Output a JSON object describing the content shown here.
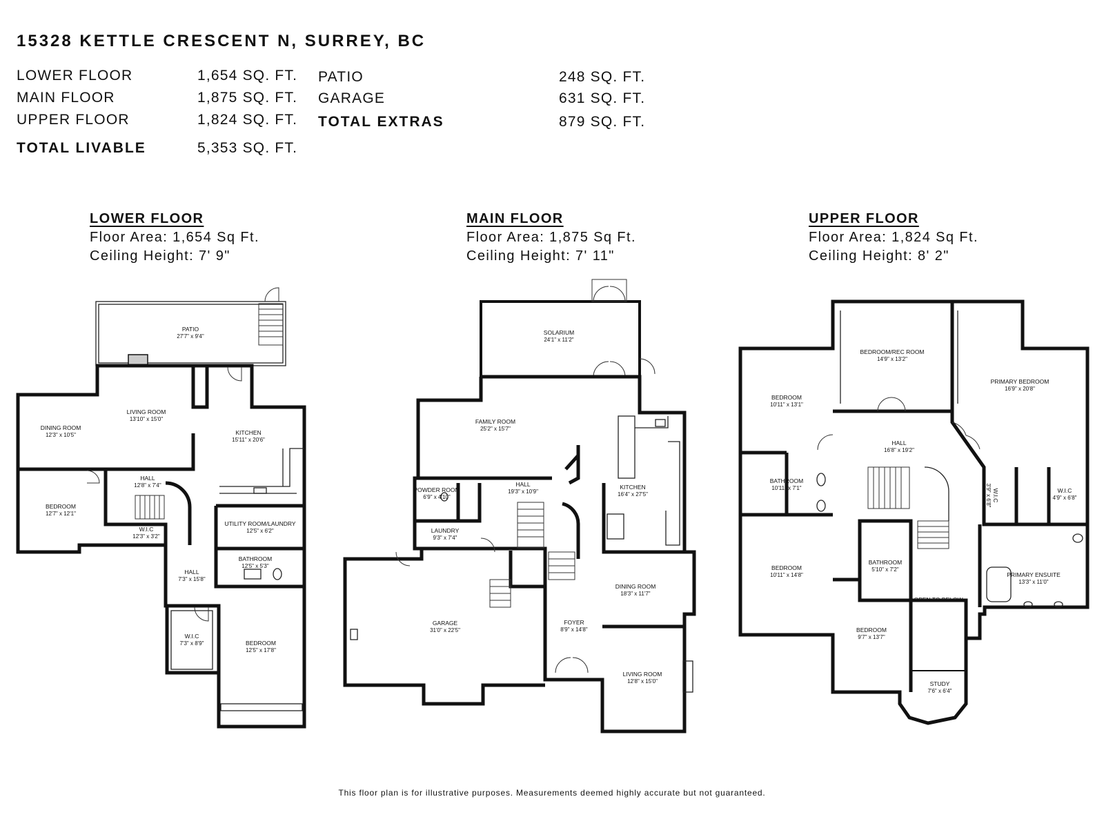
{
  "address": "15328 KETTLE CRESCENT N, SURREY, BC",
  "summary": {
    "left": [
      {
        "label": "LOWER FLOOR",
        "value": "1,654 SQ. FT."
      },
      {
        "label": "MAIN FLOOR",
        "value": "1,875 SQ. FT."
      },
      {
        "label": "UPPER FLOOR",
        "value": "1,824 SQ. FT."
      },
      {
        "label": "TOTAL LIVABLE",
        "value": "5,353 SQ. FT."
      }
    ],
    "right": [
      {
        "label": "PATIO",
        "value": "248 SQ. FT."
      },
      {
        "label": "GARAGE",
        "value": "631 SQ. FT."
      },
      {
        "label": "TOTAL EXTRAS",
        "value": "879 SQ. FT."
      }
    ]
  },
  "floors": [
    {
      "title": "LOWER FLOOR",
      "area": "Floor Area: 1,654 Sq Ft.",
      "ceiling": "Ceiling Height: 7' 9\"",
      "rooms": [
        {
          "name": "PATIO",
          "dim": "27'7\" x 9'4\""
        },
        {
          "name": "LIVING ROOM",
          "dim": "13'10\" x 15'0\""
        },
        {
          "name": "DINING ROOM",
          "dim": "12'3\" x 10'5\""
        },
        {
          "name": "KITCHEN",
          "dim": "15'11\" x 20'6\""
        },
        {
          "name": "HALL",
          "dim": "12'8\" x 7'4\""
        },
        {
          "name": "BEDROOM",
          "dim": "12'7\" x 12'1\""
        },
        {
          "name": "W.I.C",
          "dim": "12'3\" x 3'2\""
        },
        {
          "name": "UTILITY ROOM/LAUNDRY",
          "dim": "12'5\" x 6'2\""
        },
        {
          "name": "BATHROOM",
          "dim": "12'5\" x 5'3\""
        },
        {
          "name": "HALL",
          "dim": "7'3\" x 15'8\""
        },
        {
          "name": "W.I.C",
          "dim": "7'3\" x 8'9\""
        },
        {
          "name": "BEDROOM",
          "dim": "12'5\" x 17'8\""
        }
      ]
    },
    {
      "title": "MAIN FLOOR",
      "area": "Floor Area: 1,875 Sq Ft.",
      "ceiling": "Ceiling Height: 7' 11\"",
      "rooms": [
        {
          "name": "SOLARIUM",
          "dim": "24'1\" x 11'2\""
        },
        {
          "name": "FAMILY ROOM",
          "dim": "25'2\" x 15'7\""
        },
        {
          "name": "POWDER ROOM",
          "dim": "6'9\" x 4'10\""
        },
        {
          "name": "HALL",
          "dim": "19'3\" x 10'9\""
        },
        {
          "name": "KITCHEN",
          "dim": "16'4\" x 27'5\""
        },
        {
          "name": "LAUNDRY",
          "dim": "9'3\" x 7'4\""
        },
        {
          "name": "GARAGE",
          "dim": "31'0\" x 22'5\""
        },
        {
          "name": "DINING ROOM",
          "dim": "18'3\" x 11'7\""
        },
        {
          "name": "FOYER",
          "dim": "8'9\" x 14'8\""
        },
        {
          "name": "LIVING ROOM",
          "dim": "12'8\" x 15'0\""
        }
      ]
    },
    {
      "title": "UPPER FLOOR",
      "area": "Floor Area: 1,824 Sq Ft.",
      "ceiling": "Ceiling Height: 8' 2\"",
      "rooms": [
        {
          "name": "BEDROOM/REC ROOM",
          "dim": "14'9\" x 13'2\""
        },
        {
          "name": "PRIMARY BEDROOM",
          "dim": "16'9\" x 20'8\""
        },
        {
          "name": "BEDROOM",
          "dim": "10'11\" x 13'1\""
        },
        {
          "name": "HALL",
          "dim": "16'8\" x 19'2\""
        },
        {
          "name": "BATHROOM",
          "dim": "10'11\" x 7'1\""
        },
        {
          "name": "W.I.C",
          "dim": "3'9\" x 6'8\""
        },
        {
          "name": "W.I.C",
          "dim": "4'9\" x 6'8\""
        },
        {
          "name": "BEDROOM",
          "dim": "10'11\" x 14'8\""
        },
        {
          "name": "BATHROOM",
          "dim": "5'10\" x 7'2\""
        },
        {
          "name": "PRIMARY ENSUITE",
          "dim": "13'3\" x 11'0\""
        },
        {
          "name": "OPEN TO BELOW",
          "dim": ""
        },
        {
          "name": "BEDROOM",
          "dim": "9'7\" x 13'7\""
        },
        {
          "name": "STUDY",
          "dim": "7'6\" x 6'4\""
        }
      ]
    }
  ],
  "disclaimer": "This floor plan is for illustrative purposes. Measurements deemed highly accurate but not guaranteed."
}
